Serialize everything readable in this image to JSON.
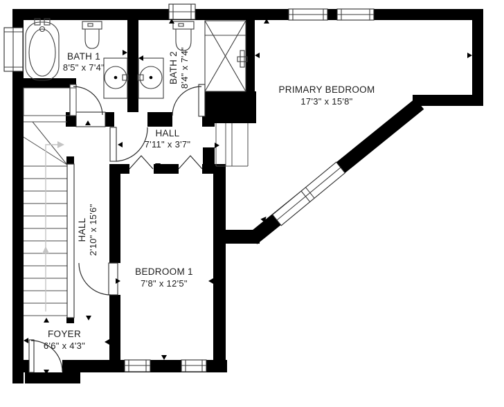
{
  "plan": {
    "title": "second-floor-plan",
    "rooms": [
      {
        "name": "BATH 1",
        "dims": "8'5\" x 7'4\""
      },
      {
        "name": "BATH 2",
        "dims": "8'4\" x 7'4\""
      },
      {
        "name": "HALL",
        "dims": "7'11\" x 3'7\""
      },
      {
        "name": "PRIMARY BEDROOM",
        "dims": "17'3\" x 15'8\""
      },
      {
        "name": "HALL",
        "dims": "2'10\" x 15'6\""
      },
      {
        "name": "BEDROOM 1",
        "dims": "7'8\" x 12'5\""
      },
      {
        "name": "FOYER",
        "dims": "6'6\" x 4'3\""
      }
    ],
    "fixtures": [
      "freestanding-bathtub",
      "toilet",
      "toilet",
      "round-basin-sink",
      "round-basin-sink",
      "walk-in-shower",
      "staircase",
      "closet"
    ],
    "colors": {
      "wall": "#000000",
      "line": "#3c3c3c",
      "guide": "#c4c4c4",
      "text": "#1b1b1b",
      "background": "#ffffff"
    }
  }
}
